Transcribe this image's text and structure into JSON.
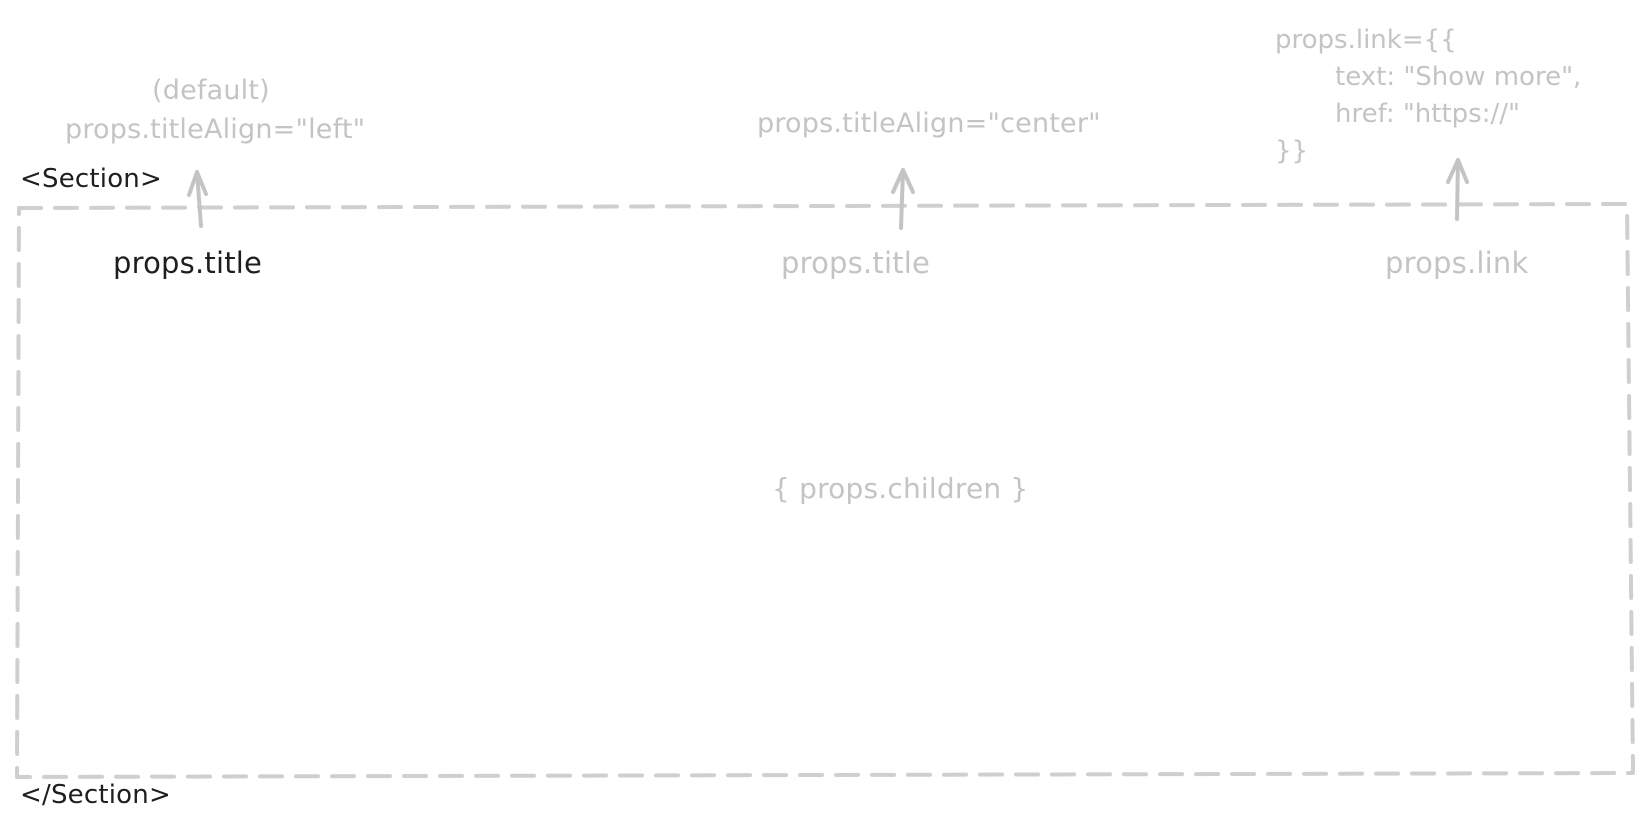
{
  "colors": {
    "muted": "#c4c4c4",
    "dark": "#1e1e1e",
    "frame_stroke": "#cfcfcf"
  },
  "section": {
    "open_tag": "<Section>",
    "close_tag": "</Section>"
  },
  "slots": {
    "title_left": "props.title",
    "title_center": "props.title",
    "link_right": "props.link",
    "children": "{ props.children }"
  },
  "annotations": {
    "left_default": "(default)",
    "left_align": "props.titleAlign=\"left\"",
    "center_align": "props.titleAlign=\"center\"",
    "link_code": {
      "line1": "props.link={{",
      "line2": "text: \"Show more\",",
      "line3": "href: \"https://\"",
      "line4": "}}"
    }
  }
}
